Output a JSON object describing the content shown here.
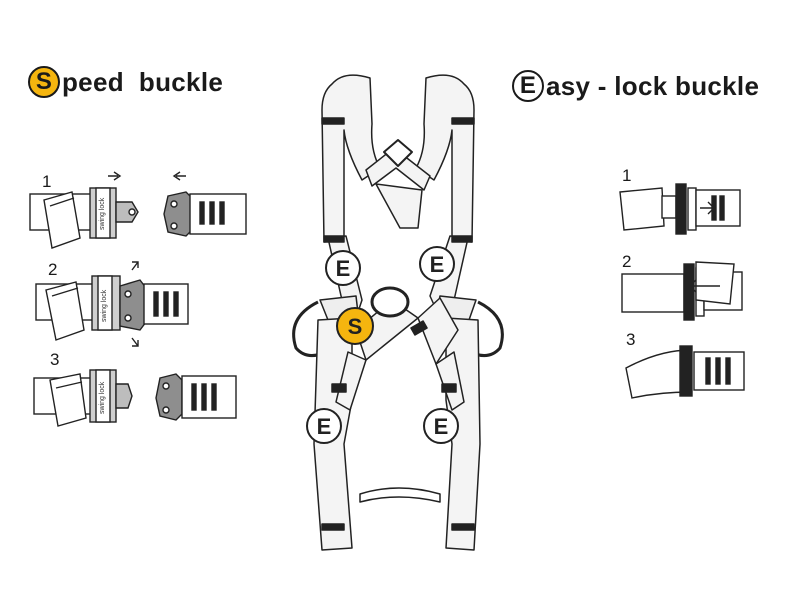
{
  "speed": {
    "letter": "S",
    "rest": "peed  buckle",
    "color": "#f5b50f"
  },
  "easy": {
    "letter": "E",
    "rest": "asy - lock buckle"
  },
  "buckle_text": "swing lock",
  "speed_steps": [
    "1",
    "2",
    "3"
  ],
  "easy_steps": [
    "1",
    "2",
    "3"
  ],
  "harness_markers": {
    "easy_letter": "E",
    "speed_letter": "S",
    "speed_color": "#f5b50f"
  }
}
